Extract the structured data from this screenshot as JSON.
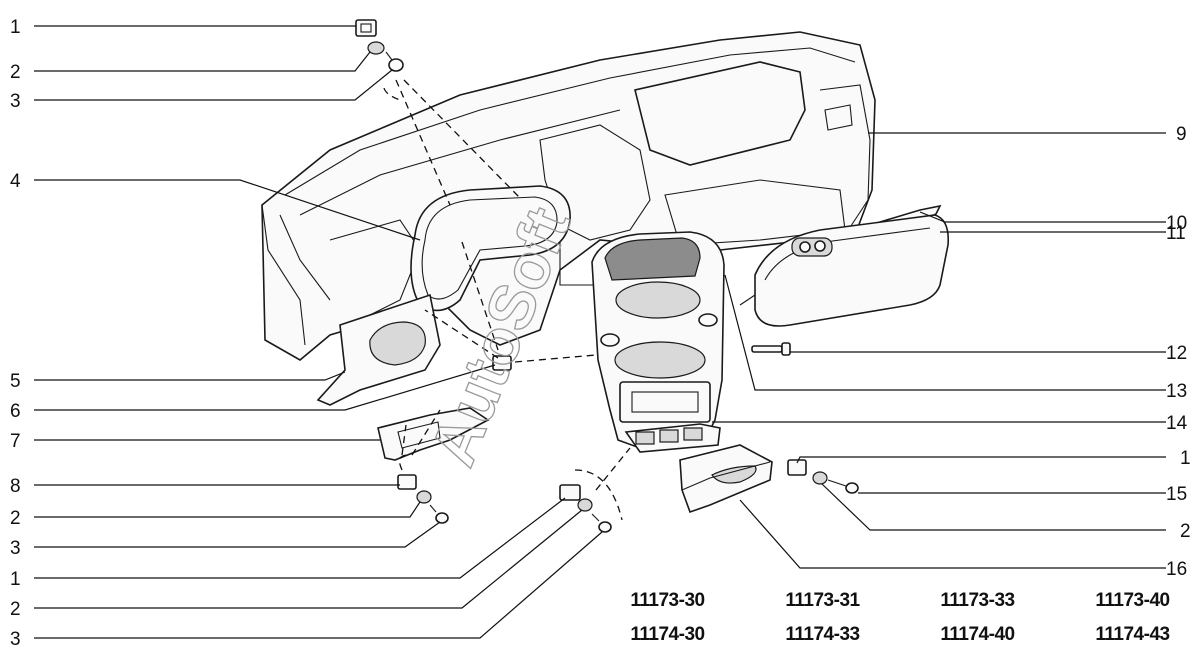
{
  "callouts_left": [
    "1",
    "2",
    "3",
    "4",
    "5",
    "6",
    "7",
    "8",
    "2",
    "3",
    "1",
    "2",
    "3"
  ],
  "callouts_right": [
    "9",
    "10",
    "11",
    "12",
    "13",
    "14",
    "1",
    "15",
    "2",
    "16"
  ],
  "watermark": "AutoSoft",
  "model_codes": [
    "11173-30",
    "11173-31",
    "11173-33",
    "11173-40",
    "11174-30",
    "11174-33",
    "11174-40",
    "11174-43"
  ]
}
